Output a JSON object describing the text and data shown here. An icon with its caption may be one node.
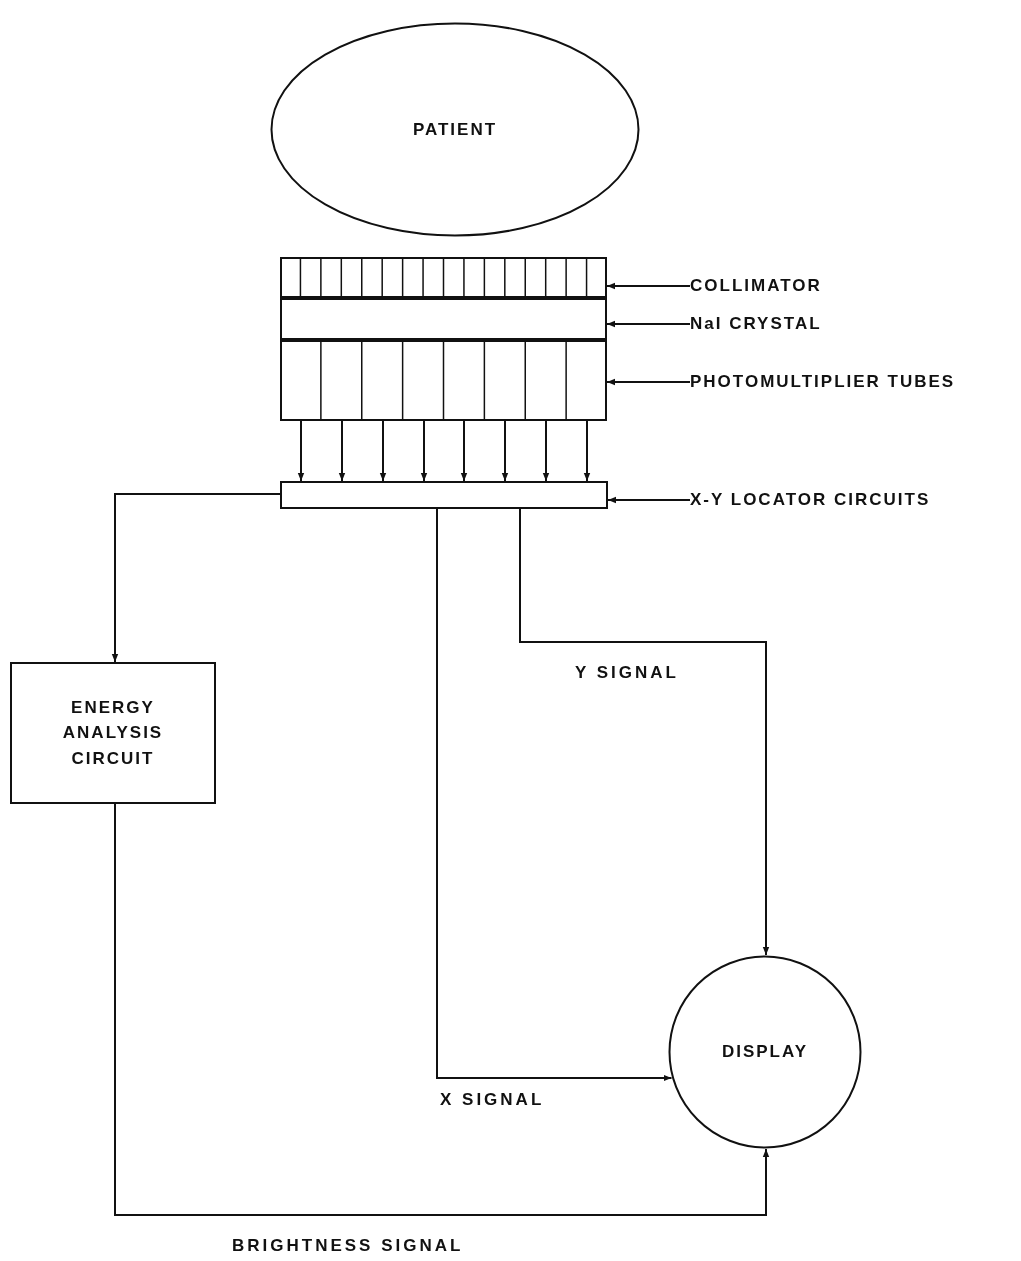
{
  "diagram": {
    "nodes": [
      {
        "text": [
          "PATIENT"
        ]
      },
      {
        "text": [],
        "shape": "box"
      },
      {
        "text": [
          "COLLIMATOR"
        ]
      },
      {
        "text": [],
        "shape": "box"
      },
      {
        "text": [
          "NaI CRYSTAL"
        ]
      },
      {
        "text": [],
        "shape": "box"
      },
      {
        "text": [
          "PHOTOMULTIPLIER TUBES"
        ]
      },
      {
        "text": [],
        "shape": "box"
      },
      {
        "text": [
          "X-Y LOCATOR CIRCUITS"
        ]
      },
      {
        "text": [
          "ENERGY ANALYSIS CIRCUIT"
        ]
      },
      {
        "text": [
          "DISPLAY"
        ]
      }
    ],
    "edges": [
      {
        "from": 2,
        "to": 1,
        "arrow": "to"
      },
      {
        "from": 4,
        "to": 3,
        "arrow": "to"
      },
      {
        "from": 6,
        "to": 5,
        "arrow": "to"
      },
      {
        "from": 8,
        "to": 7,
        "arrow": "to"
      },
      {
        "from": 5,
        "to": 7,
        "arrow": "to"
      },
      {
        "from": 5,
        "to": 7,
        "arrow": "to"
      },
      {
        "from": 5,
        "to": 7,
        "arrow": "to"
      },
      {
        "from": 5,
        "to": 7,
        "arrow": "to"
      },
      {
        "from": 5,
        "to": 7,
        "arrow": "to"
      },
      {
        "from": 5,
        "to": 7,
        "arrow": "to"
      },
      {
        "from": 5,
        "to": 7,
        "arrow": "to"
      },
      {
        "from": 5,
        "to": 7,
        "arrow": "to"
      },
      {
        "from": 7,
        "to": 9,
        "arrow": "to"
      },
      {
        "from": 7,
        "to": 10,
        "arrow": "to",
        "label": "X SIGNAL"
      },
      {
        "from": 7,
        "to": 10,
        "arrow": "to",
        "label": "Y SIGNAL"
      },
      {
        "from": 9,
        "to": 10,
        "arrow": "to",
        "label": "BRIGHTNESS SIGNAL"
      }
    ]
  }
}
